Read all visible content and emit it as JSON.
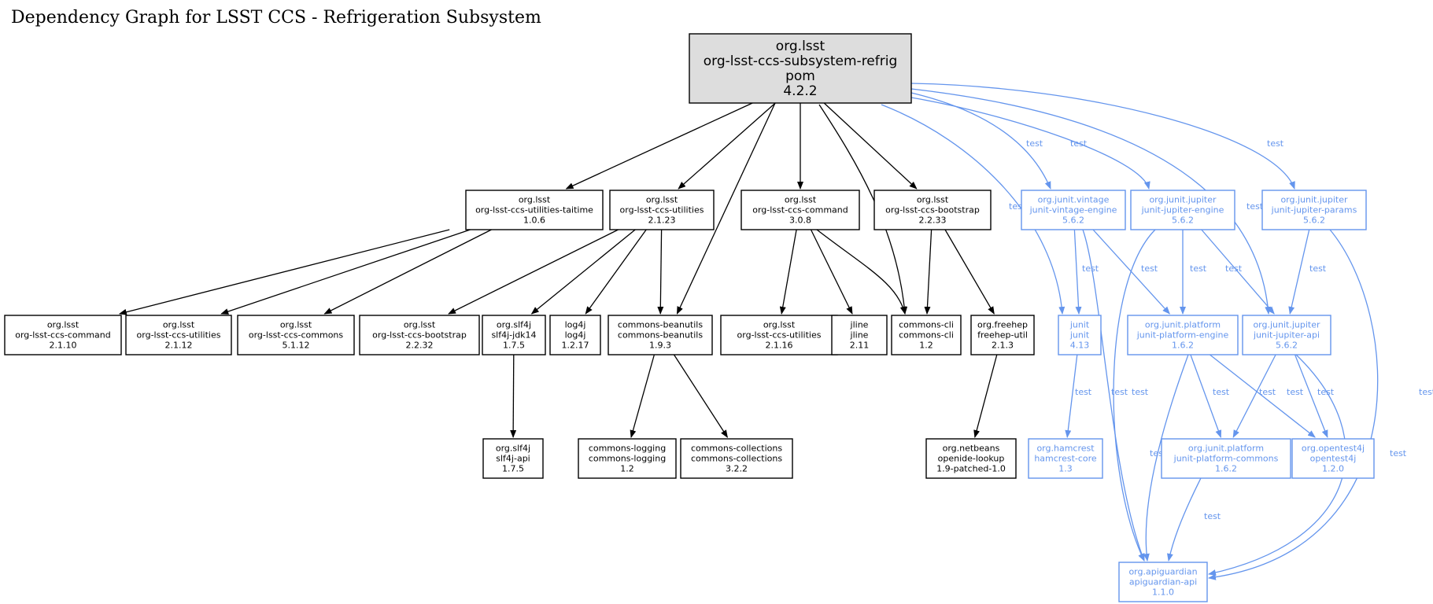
{
  "title": "Dependency Graph for LSST CCS - Refrigeration Subsystem",
  "colors": {
    "compile": "#000000",
    "test": "#6495ED",
    "root_fill": "#dddddd"
  },
  "nodes": [
    {
      "id": "root",
      "lines": [
        "org.lsst",
        "org-lsst-ccs-subsystem-refrig",
        "pom",
        "4.2.2"
      ],
      "scope": "compile",
      "root": true
    },
    {
      "id": "taitime",
      "lines": [
        "org.lsst",
        "org-lsst-ccs-utilities-taitime",
        "1.0.6"
      ],
      "scope": "compile"
    },
    {
      "id": "util2123",
      "lines": [
        "org.lsst",
        "org-lsst-ccs-utilities",
        "2.1.23"
      ],
      "scope": "compile"
    },
    {
      "id": "cmd308",
      "lines": [
        "org.lsst",
        "org-lsst-ccs-command",
        "3.0.8"
      ],
      "scope": "compile"
    },
    {
      "id": "boot2233",
      "lines": [
        "org.lsst",
        "org-lsst-ccs-bootstrap",
        "2.2.33"
      ],
      "scope": "compile"
    },
    {
      "id": "vintage",
      "lines": [
        "org.junit.vintage",
        "junit-vintage-engine",
        "5.6.2"
      ],
      "scope": "test"
    },
    {
      "id": "jengine",
      "lines": [
        "org.junit.jupiter",
        "junit-jupiter-engine",
        "5.6.2"
      ],
      "scope": "test"
    },
    {
      "id": "jparams",
      "lines": [
        "org.junit.jupiter",
        "junit-jupiter-params",
        "5.6.2"
      ],
      "scope": "test"
    },
    {
      "id": "cmd2110",
      "lines": [
        "org.lsst",
        "org-lsst-ccs-command",
        "2.1.10"
      ],
      "scope": "compile"
    },
    {
      "id": "util2112",
      "lines": [
        "org.lsst",
        "org-lsst-ccs-utilities",
        "2.1.12"
      ],
      "scope": "compile"
    },
    {
      "id": "commons5112",
      "lines": [
        "org.lsst",
        "org-lsst-ccs-commons",
        "5.1.12"
      ],
      "scope": "compile"
    },
    {
      "id": "boot2232",
      "lines": [
        "org.lsst",
        "org-lsst-ccs-bootstrap",
        "2.2.32"
      ],
      "scope": "compile"
    },
    {
      "id": "slf4jjdk",
      "lines": [
        "org.slf4j",
        "slf4j-jdk14",
        "1.7.5"
      ],
      "scope": "compile"
    },
    {
      "id": "log4j",
      "lines": [
        "log4j",
        "log4j",
        "1.2.17"
      ],
      "scope": "compile"
    },
    {
      "id": "beanutils",
      "lines": [
        "commons-beanutils",
        "commons-beanutils",
        "1.9.3"
      ],
      "scope": "compile"
    },
    {
      "id": "util2116",
      "lines": [
        "org.lsst",
        "org-lsst-ccs-utilities",
        "2.1.16"
      ],
      "scope": "compile"
    },
    {
      "id": "jline",
      "lines": [
        "jline",
        "jline",
        "2.11"
      ],
      "scope": "compile"
    },
    {
      "id": "cli",
      "lines": [
        "commons-cli",
        "commons-cli",
        "1.2"
      ],
      "scope": "compile"
    },
    {
      "id": "freehep",
      "lines": [
        "org.freehep",
        "freehep-util",
        "2.1.3"
      ],
      "scope": "compile"
    },
    {
      "id": "junit",
      "lines": [
        "junit",
        "junit",
        "4.13"
      ],
      "scope": "test"
    },
    {
      "id": "pengine",
      "lines": [
        "org.junit.platform",
        "junit-platform-engine",
        "1.6.2"
      ],
      "scope": "test"
    },
    {
      "id": "japi",
      "lines": [
        "org.junit.jupiter",
        "junit-jupiter-api",
        "5.6.2"
      ],
      "scope": "test"
    },
    {
      "id": "slf4japi",
      "lines": [
        "org.slf4j",
        "slf4j-api",
        "1.7.5"
      ],
      "scope": "compile"
    },
    {
      "id": "logging",
      "lines": [
        "commons-logging",
        "commons-logging",
        "1.2"
      ],
      "scope": "compile"
    },
    {
      "id": "collections",
      "lines": [
        "commons-collections",
        "commons-collections",
        "3.2.2"
      ],
      "scope": "compile"
    },
    {
      "id": "openide",
      "lines": [
        "org.netbeans",
        "openide-lookup",
        "1.9-patched-1.0"
      ],
      "scope": "compile"
    },
    {
      "id": "hamcrest",
      "lines": [
        "org.hamcrest",
        "hamcrest-core",
        "1.3"
      ],
      "scope": "test"
    },
    {
      "id": "pcommons",
      "lines": [
        "org.junit.platform",
        "junit-platform-commons",
        "1.6.2"
      ],
      "scope": "test"
    },
    {
      "id": "opentest",
      "lines": [
        "org.opentest4j",
        "opentest4j",
        "1.2.0"
      ],
      "scope": "test"
    },
    {
      "id": "apiguardian",
      "lines": [
        "org.apiguardian",
        "apiguardian-api",
        "1.1.0"
      ],
      "scope": "test"
    }
  ],
  "edges": [
    {
      "from": "root",
      "to": "taitime",
      "scope": "compile",
      "label": ""
    },
    {
      "from": "root",
      "to": "util2123",
      "scope": "compile",
      "label": ""
    },
    {
      "from": "root",
      "to": "beanutils",
      "scope": "compile",
      "label": ""
    },
    {
      "from": "root",
      "to": "cmd308",
      "scope": "compile",
      "label": ""
    },
    {
      "from": "root",
      "to": "cli",
      "scope": "compile",
      "label": ""
    },
    {
      "from": "root",
      "to": "boot2233",
      "scope": "compile",
      "label": ""
    },
    {
      "from": "root",
      "to": "junit",
      "scope": "test",
      "label": "test"
    },
    {
      "from": "root",
      "to": "vintage",
      "scope": "test",
      "label": "test"
    },
    {
      "from": "root",
      "to": "jengine",
      "scope": "test",
      "label": "test"
    },
    {
      "from": "root",
      "to": "japi",
      "scope": "test",
      "label": "test"
    },
    {
      "from": "root",
      "to": "jparams",
      "scope": "test",
      "label": "test"
    },
    {
      "from": "taitime",
      "to": "cmd2110",
      "scope": "compile",
      "label": ""
    },
    {
      "from": "taitime",
      "to": "util2112",
      "scope": "compile",
      "label": ""
    },
    {
      "from": "taitime",
      "to": "commons5112",
      "scope": "compile",
      "label": ""
    },
    {
      "from": "util2123",
      "to": "boot2232",
      "scope": "compile",
      "label": ""
    },
    {
      "from": "util2123",
      "to": "slf4jjdk",
      "scope": "compile",
      "label": ""
    },
    {
      "from": "util2123",
      "to": "log4j",
      "scope": "compile",
      "label": ""
    },
    {
      "from": "util2123",
      "to": "beanutils",
      "scope": "compile",
      "label": ""
    },
    {
      "from": "cmd308",
      "to": "util2116",
      "scope": "compile",
      "label": ""
    },
    {
      "from": "cmd308",
      "to": "jline",
      "scope": "compile",
      "label": ""
    },
    {
      "from": "cmd308",
      "to": "cli",
      "scope": "compile",
      "label": ""
    },
    {
      "from": "boot2233",
      "to": "cli",
      "scope": "compile",
      "label": ""
    },
    {
      "from": "boot2233",
      "to": "freehep",
      "scope": "compile",
      "label": ""
    },
    {
      "from": "slf4jjdk",
      "to": "slf4japi",
      "scope": "compile",
      "label": ""
    },
    {
      "from": "beanutils",
      "to": "logging",
      "scope": "compile",
      "label": ""
    },
    {
      "from": "beanutils",
      "to": "collections",
      "scope": "compile",
      "label": ""
    },
    {
      "from": "freehep",
      "to": "openide",
      "scope": "compile",
      "label": ""
    },
    {
      "from": "vintage",
      "to": "junit",
      "scope": "test",
      "label": "test"
    },
    {
      "from": "vintage",
      "to": "pengine",
      "scope": "test",
      "label": "test"
    },
    {
      "from": "vintage",
      "to": "apiguardian",
      "scope": "test",
      "label": "test"
    },
    {
      "from": "jengine",
      "to": "pengine",
      "scope": "test",
      "label": "test"
    },
    {
      "from": "jengine",
      "to": "japi",
      "scope": "test",
      "label": "test"
    },
    {
      "from": "jengine",
      "to": "apiguardian",
      "scope": "test",
      "label": "test"
    },
    {
      "from": "jparams",
      "to": "japi",
      "scope": "test",
      "label": "test"
    },
    {
      "from": "jparams",
      "to": "apiguardian",
      "scope": "test",
      "label": "test"
    },
    {
      "from": "junit",
      "to": "hamcrest",
      "scope": "test",
      "label": "test"
    },
    {
      "from": "pengine",
      "to": "pcommons",
      "scope": "test",
      "label": "test"
    },
    {
      "from": "pengine",
      "to": "opentest",
      "scope": "test",
      "label": "test"
    },
    {
      "from": "pengine",
      "to": "apiguardian",
      "scope": "test",
      "label": "test"
    },
    {
      "from": "japi",
      "to": "pcommons",
      "scope": "test",
      "label": "test"
    },
    {
      "from": "japi",
      "to": "opentest",
      "scope": "test",
      "label": "test"
    },
    {
      "from": "japi",
      "to": "apiguardian",
      "scope": "test",
      "label": "test"
    },
    {
      "from": "pcommons",
      "to": "apiguardian",
      "scope": "test",
      "label": "test"
    }
  ]
}
